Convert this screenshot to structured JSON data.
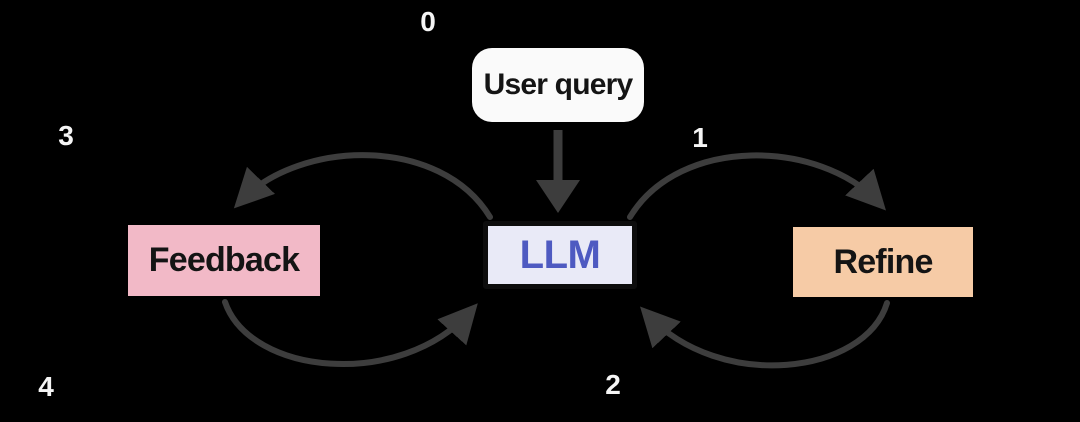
{
  "diagram": {
    "nodes": {
      "user_query": {
        "label": "User query"
      },
      "llm": {
        "label": "LLM"
      },
      "feedback": {
        "label": "Feedback"
      },
      "refine": {
        "label": "Refine"
      }
    },
    "step_labels": {
      "step0": "0",
      "step1": "1",
      "step2": "2",
      "step3": "3",
      "step4": "4"
    },
    "edges": [
      {
        "step": "0",
        "from": "User query",
        "to": "LLM"
      },
      {
        "step": "1",
        "from": "LLM",
        "to": "Refine"
      },
      {
        "step": "2",
        "from": "Refine",
        "to": "LLM"
      },
      {
        "step": "3",
        "from": "LLM",
        "to": "Feedback"
      },
      {
        "step": "4",
        "from": "Feedback",
        "to": "LLM"
      }
    ],
    "colors": {
      "background": "#000000",
      "user_query_bg": "#fafafa",
      "llm_bg": "#e9eaf7",
      "llm_text": "#4e5ac1",
      "llm_border": "#0d0d0d",
      "feedback_bg": "#f2b9c7",
      "refine_bg": "#f6cba6",
      "node_text": "#141414",
      "arrow": "#3d3d3d",
      "step_text": "#f5f5f5"
    }
  }
}
